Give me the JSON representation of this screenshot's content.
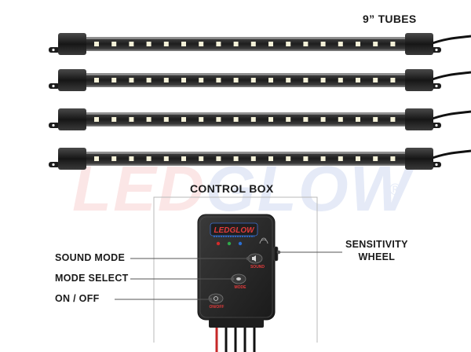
{
  "labels": {
    "tubes_title": "9” TUBES",
    "control_box_title": "CONTROL BOX",
    "sound_mode": "SOUND MODE",
    "mode_select": "MODE SELECT",
    "on_off": "ON / OFF",
    "sensitivity_line1": "SENSITIVITY",
    "sensitivity_line2": "WHEEL"
  },
  "control_box": {
    "brand": "LEDGLOW",
    "sound_button_label": "SOUND",
    "mode_button_label": "MODE",
    "power_button_label": "ON/OFF",
    "indicator_colors": [
      "#d42a2a",
      "#2fa84a",
      "#2a6fd4"
    ]
  },
  "watermark": {
    "text": "LEDGLOW",
    "registered_mark": "®"
  },
  "tubes": {
    "count": 4,
    "led_color": "#f4f1d8",
    "icon": "led-tube-icon"
  },
  "colors": {
    "tube_body": "#2b2b2b",
    "tube_cap": "#1c1c1c",
    "box_body": "#2a2a2a",
    "watermark_red": "#e23b3b",
    "watermark_blue": "#2f5ec4",
    "leader_line": "#555555"
  }
}
